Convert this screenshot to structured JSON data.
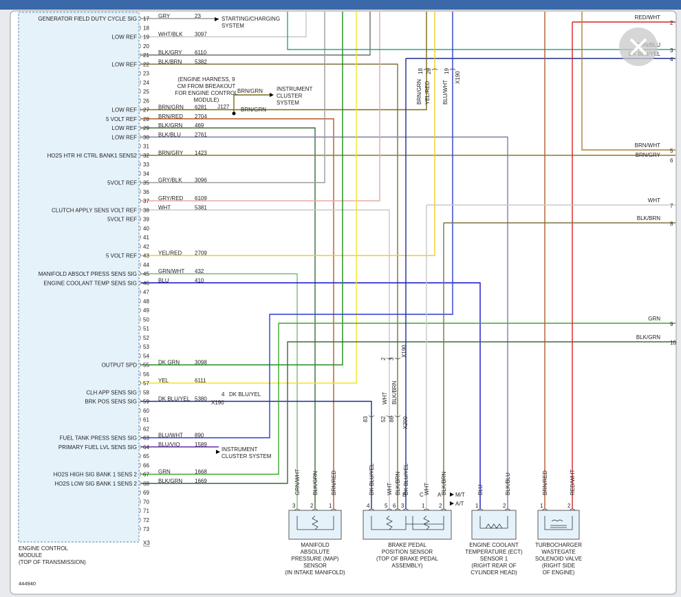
{
  "document_id": "444940",
  "module": {
    "label_lines": [
      "ENGINE CONTROL",
      "MODULE",
      "(TOP OF TRANSMISSION)"
    ],
    "connector": "X3"
  },
  "pins": [
    {
      "n": "17",
      "left": "GENERATOR FIELD DUTY CYCLE SIG",
      "color": "GRY",
      "circuit": "23"
    },
    {
      "n": "18",
      "left": "",
      "color": "",
      "circuit": ""
    },
    {
      "n": "19",
      "left": "LOW REF",
      "color": "WHT/BLK",
      "circuit": "3097"
    },
    {
      "n": "20",
      "left": "",
      "color": "",
      "circuit": ""
    },
    {
      "n": "21",
      "left": "",
      "color": "BLK/GRY",
      "circuit": "6110"
    },
    {
      "n": "22",
      "left": "LOW REF",
      "color": "BLK/BRN",
      "circuit": "5382"
    },
    {
      "n": "23",
      "left": "",
      "color": "",
      "circuit": ""
    },
    {
      "n": "24",
      "left": "",
      "color": "",
      "circuit": ""
    },
    {
      "n": "25",
      "left": "",
      "color": "",
      "circuit": ""
    },
    {
      "n": "26",
      "left": "",
      "color": "",
      "circuit": ""
    },
    {
      "n": "27",
      "left": "LOW REF",
      "color": "BRN/GRN",
      "circuit": "6281"
    },
    {
      "n": "28",
      "left": "5 VOLT REF",
      "color": "BRN/RED",
      "circuit": "2704"
    },
    {
      "n": "29",
      "left": "LOW REF",
      "color": "BLK/GRN",
      "circuit": "469"
    },
    {
      "n": "30",
      "left": "LOW REF",
      "color": "BLK/BLU",
      "circuit": "2761"
    },
    {
      "n": "31",
      "left": "",
      "color": "",
      "circuit": ""
    },
    {
      "n": "32",
      "left": "HO2S HTR HI CTRL BANK1 SENS2",
      "color": "BRN/GRY",
      "circuit": "1423"
    },
    {
      "n": "33",
      "left": "",
      "color": "",
      "circuit": ""
    },
    {
      "n": "34",
      "left": "",
      "color": "",
      "circuit": ""
    },
    {
      "n": "35",
      "left": "5VOLT REF",
      "color": "GRY/BLK",
      "circuit": "3096"
    },
    {
      "n": "36",
      "left": "",
      "color": "",
      "circuit": ""
    },
    {
      "n": "37",
      "left": "",
      "color": "GRY/RED",
      "circuit": "6109"
    },
    {
      "n": "38",
      "left": "CLUTCH APPLY SENS VOLT REF",
      "color": "WHT",
      "circuit": "5381"
    },
    {
      "n": "39",
      "left": "5VOLT REF",
      "color": "",
      "circuit": ""
    },
    {
      "n": "40",
      "left": "",
      "color": "",
      "circuit": ""
    },
    {
      "n": "41",
      "left": "",
      "color": "",
      "circuit": ""
    },
    {
      "n": "42",
      "left": "",
      "color": "",
      "circuit": ""
    },
    {
      "n": "43",
      "left": "5 VOLT REF",
      "color": "YEL/RED",
      "circuit": "2709"
    },
    {
      "n": "44",
      "left": "",
      "color": "",
      "circuit": ""
    },
    {
      "n": "45",
      "left": "MANIFOLD ABSOLT PRESS SENS SIG",
      "color": "GRN/WHT",
      "circuit": "432"
    },
    {
      "n": "46",
      "left": "ENGINE COOLANT TEMP SENS SIG",
      "color": "BLU",
      "circuit": "410"
    },
    {
      "n": "47",
      "left": "",
      "color": "",
      "circuit": ""
    },
    {
      "n": "48",
      "left": "",
      "color": "",
      "circuit": ""
    },
    {
      "n": "49",
      "left": "",
      "color": "",
      "circuit": ""
    },
    {
      "n": "50",
      "left": "",
      "color": "",
      "circuit": ""
    },
    {
      "n": "51",
      "left": "",
      "color": "",
      "circuit": ""
    },
    {
      "n": "52",
      "left": "",
      "color": "",
      "circuit": ""
    },
    {
      "n": "53",
      "left": "",
      "color": "",
      "circuit": ""
    },
    {
      "n": "54",
      "left": "",
      "color": "",
      "circuit": ""
    },
    {
      "n": "55",
      "left": "OUTPUT SPD",
      "color": "DK GRN",
      "circuit": "3098"
    },
    {
      "n": "56",
      "left": "",
      "color": "",
      "circuit": ""
    },
    {
      "n": "57",
      "left": "",
      "color": "YEL",
      "circuit": "6111"
    },
    {
      "n": "58",
      "left": "CLH APP SENS SIG",
      "color": "",
      "circuit": ""
    },
    {
      "n": "59",
      "left": "BRK POS SENS SIG",
      "color": "DK BLU/YEL",
      "circuit": "5380"
    },
    {
      "n": "60",
      "left": "",
      "color": "",
      "circuit": ""
    },
    {
      "n": "61",
      "left": "",
      "color": "",
      "circuit": ""
    },
    {
      "n": "62",
      "left": "",
      "color": "",
      "circuit": ""
    },
    {
      "n": "63",
      "left": "FUEL TANK PRESS SENS SIG",
      "color": "BLU/WHT",
      "circuit": "890"
    },
    {
      "n": "64",
      "left": "PRIMARY FUEL LVL SENS SIG",
      "color": "BLU/VIO",
      "circuit": "1589"
    },
    {
      "n": "65",
      "left": "",
      "color": "",
      "circuit": ""
    },
    {
      "n": "66",
      "left": "",
      "color": "",
      "circuit": ""
    },
    {
      "n": "67",
      "left": "HO2S HIGH SIG BANK 1 SENS 2",
      "color": "GRN",
      "circuit": "1668"
    },
    {
      "n": "68",
      "left": "HO2S LOW SIG BANK 1 SENS 2",
      "color": "BLK/GRN",
      "circuit": "1669"
    },
    {
      "n": "69",
      "left": "",
      "color": "",
      "circuit": ""
    },
    {
      "n": "70",
      "left": "",
      "color": "",
      "circuit": ""
    },
    {
      "n": "71",
      "left": "",
      "color": "",
      "circuit": ""
    },
    {
      "n": "72",
      "left": "",
      "color": "",
      "circuit": ""
    },
    {
      "n": "73",
      "left": "",
      "color": "",
      "circuit": ""
    }
  ],
  "annotations": {
    "starting_charging": [
      "STARTING/CHARGING",
      "SYSTEM"
    ],
    "engine_harness": [
      "(ENGINE HARNESS, 9",
      "CM FROM BREAKOUT",
      "FOR ENGINE CONTROL",
      "MODULE)"
    ],
    "j127": "J127",
    "instrument_cluster_a": [
      "INSTRUMENT",
      "CLUSTER",
      "SYSTEM"
    ],
    "instrument_cluster_b": [
      "INSTRUMENT",
      "CLUSTER SYSTEM"
    ],
    "brn_grn": "BRN/GRN",
    "x190": "X190",
    "x200": "X200",
    "x190_pin": "4",
    "dk_blu_yel": "DK BLU/YEL"
  },
  "right_edge": [
    {
      "n": "2",
      "label": "RED/WHT"
    },
    {
      "n": "3",
      "label": "GRN/BLU"
    },
    {
      "n": "4",
      "label": "DK BLU/YEL"
    },
    {
      "n": "5",
      "label": "BRN/WHT"
    },
    {
      "n": "6",
      "label": "BRN/GRY"
    },
    {
      "n": "7",
      "label": "WHT"
    },
    {
      "n": "8",
      "label": "BLK/BRN"
    },
    {
      "n": "9",
      "label": "GRN"
    },
    {
      "n": "10",
      "label": "BLK/GRN"
    }
  ],
  "top_connector": [
    {
      "pin": "18",
      "wire": "BRN/GRN"
    },
    {
      "pin": "20",
      "wire": "YEL/RED"
    },
    {
      "pin": "19",
      "wire": "BLU/WHT"
    }
  ],
  "mid_connector": [
    {
      "pin": "2",
      "wire": ""
    },
    {
      "pin": "3",
      "wire": ""
    }
  ],
  "x200_pins": [
    {
      "pin": "83",
      "wire": "DK BLU/YEL"
    },
    {
      "pin": "52",
      "wire": "WHT"
    },
    {
      "pin": "86",
      "wire": "BLK/BRN"
    }
  ],
  "x200_wire_labels": [
    "WHT",
    "BLK/BRN"
  ],
  "sensors": [
    {
      "id": "map",
      "wires": [
        "GRN/WHT",
        "BLK/GRN",
        "BRN/RED"
      ],
      "pins": [
        "3",
        "2",
        "1"
      ],
      "label": [
        "MANIFOLD",
        "ABSOLUTE",
        "PRESSURE (MAP)",
        "SENSOR",
        "(IN INTAKE MANIFOLD)"
      ]
    },
    {
      "id": "brake",
      "wires": [
        "DK BLU/YEL",
        "WHT",
        "BLK/BRN",
        "DK BLU/YEL",
        "WHT",
        "BLK/BRN"
      ],
      "pins": [
        "4",
        "5",
        "6",
        "3",
        "1",
        "2"
      ],
      "letters": [
        "B",
        "C",
        "A"
      ],
      "label": [
        "BRAKE PEDAL",
        "POSITION SENSOR",
        "(TOP OF BRAKE PEDAL",
        "ASSEMBLY)"
      ],
      "mt": "M/T",
      "at": "A/T"
    },
    {
      "id": "ect",
      "wires": [
        "BLU",
        "BLK/BLU"
      ],
      "pins": [
        "1",
        "2"
      ],
      "label": [
        "ENGINE COOLANT",
        "TEMPERATURE (ECT)",
        "SENSOR 1",
        "(RIGHT REAR OF",
        "CYLINDER HEAD)"
      ]
    },
    {
      "id": "turbo",
      "wires": [
        "BRN/RED",
        "RED/WHT"
      ],
      "pins": [
        "1",
        "2"
      ],
      "label": [
        "TURBOCHARGER",
        "WASTEGATE",
        "SOLENOID VALVE",
        "(RIGHT SIDE",
        "OF ENGINE)"
      ]
    }
  ],
  "close_button": {
    "icon": "close-icon"
  }
}
